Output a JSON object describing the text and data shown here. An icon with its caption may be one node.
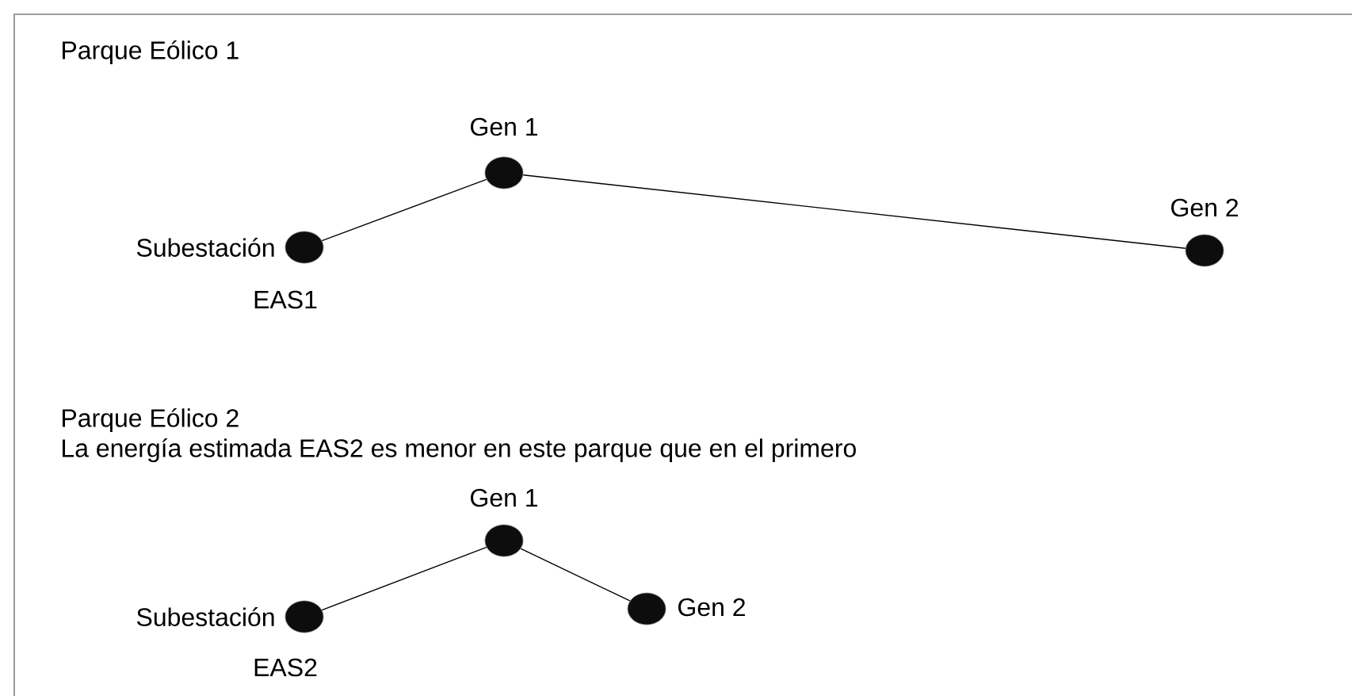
{
  "diagram": {
    "nodes": [
      {
        "text": [],
        "shape": "circle",
        "beside": [
          "Subestación",
          "EAS1"
        ]
      },
      {
        "text": [],
        "shape": "circle",
        "beside": [
          "Gen 1"
        ]
      },
      {
        "text": [],
        "shape": "circle",
        "beside": [
          "Gen 2"
        ]
      },
      {
        "text": [],
        "shape": "circle",
        "beside": [
          "Subestación",
          "EAS2"
        ]
      },
      {
        "text": [],
        "shape": "circle",
        "beside": [
          "Gen 1"
        ]
      },
      {
        "text": [],
        "shape": "circle",
        "beside": [
          "Gen 2"
        ]
      }
    ],
    "edges": [
      {
        "from": 0,
        "to": 1,
        "arrow": "none"
      },
      {
        "from": 1,
        "to": 2,
        "arrow": "none"
      },
      {
        "from": 3,
        "to": 4,
        "arrow": "none"
      },
      {
        "from": 4,
        "to": 5,
        "arrow": "none"
      }
    ],
    "labels": [
      "Parque Eólico 1",
      "Parque Eólico 2",
      "La energía estimada EAS2 es menor en este parque que en el primero"
    ]
  }
}
